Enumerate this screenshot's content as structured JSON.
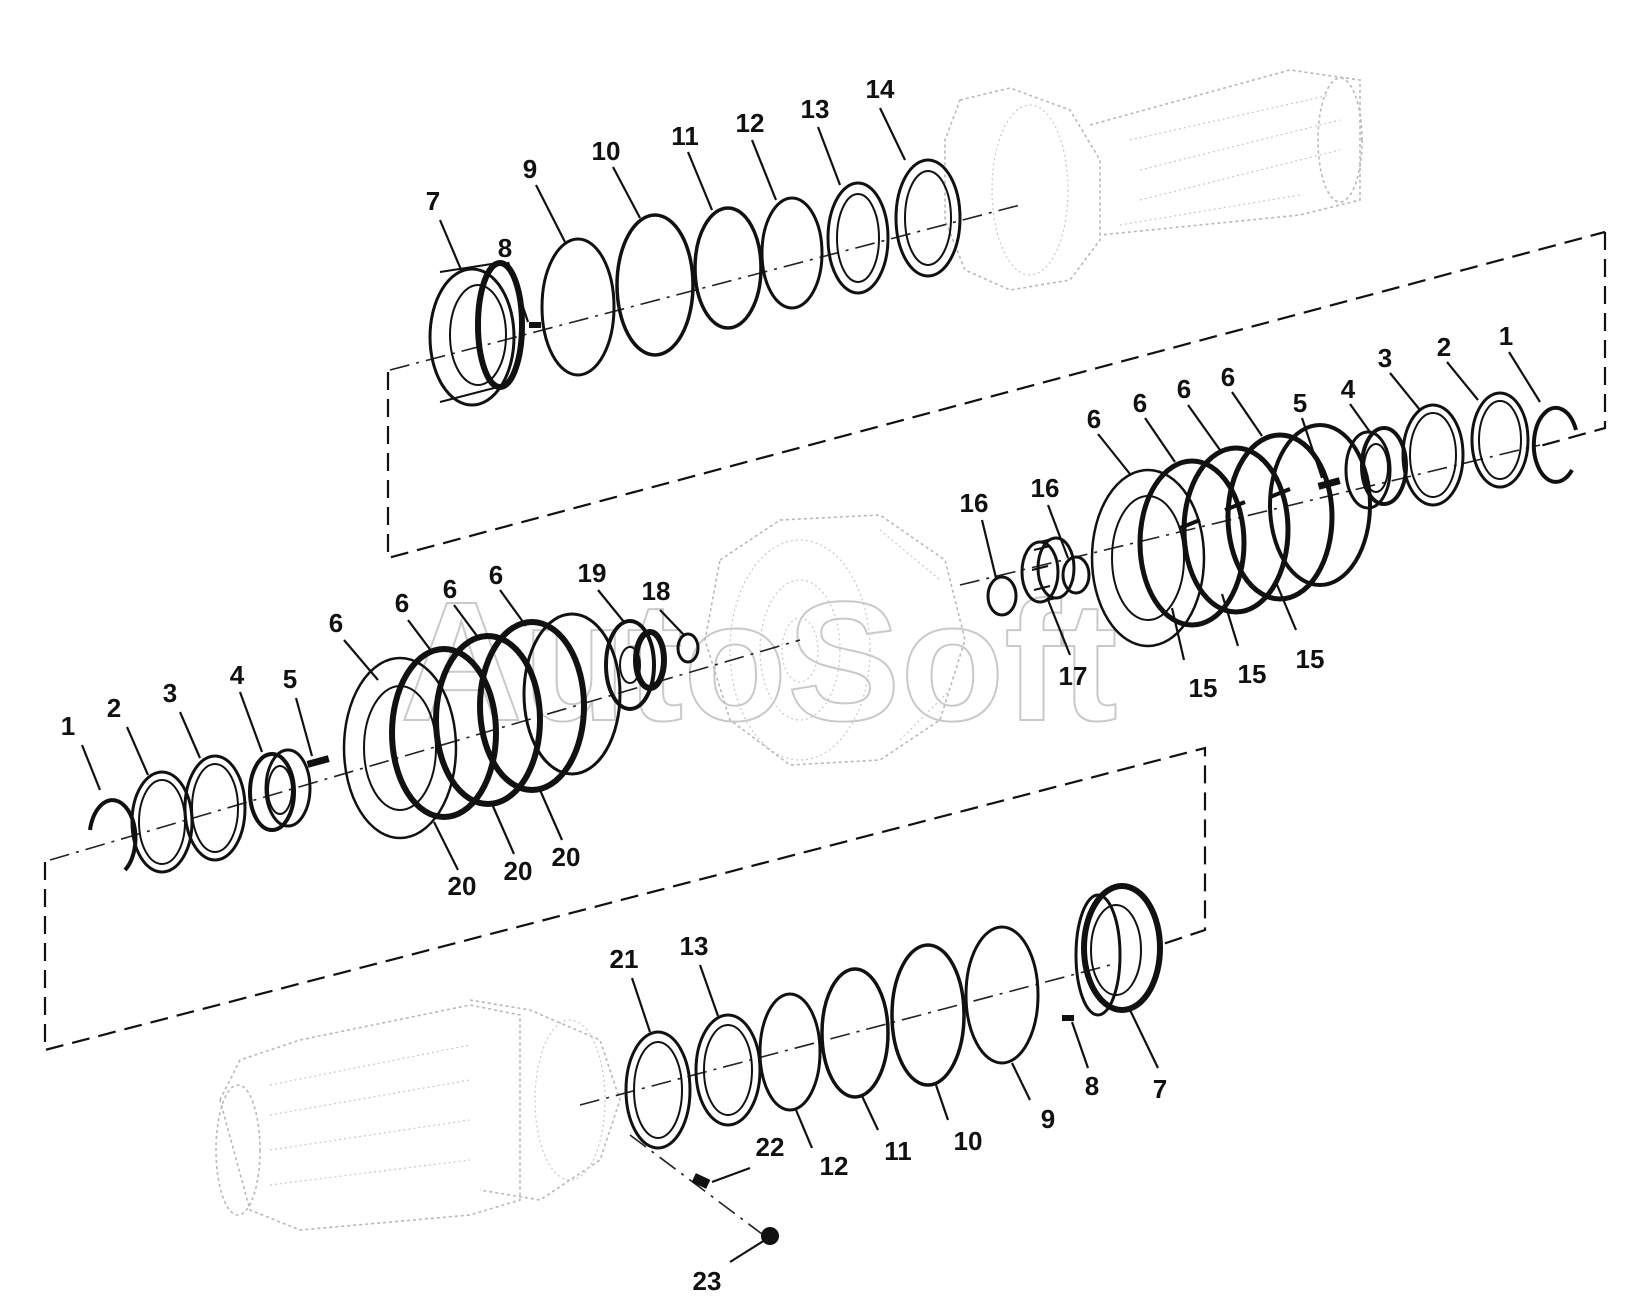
{
  "watermark": "AutoSoft",
  "callouts": {
    "top": [
      "7",
      "8",
      "9",
      "10",
      "11",
      "12",
      "13",
      "14"
    ],
    "right": [
      "1",
      "2",
      "3",
      "4",
      "5",
      "6",
      "6",
      "6",
      "6",
      "6",
      "15",
      "15",
      "15",
      "16",
      "16",
      "17"
    ],
    "left": [
      "1",
      "2",
      "3",
      "4",
      "5",
      "6",
      "6",
      "6",
      "6",
      "19",
      "18",
      "20",
      "20",
      "20"
    ],
    "bottom": [
      "21",
      "13",
      "12",
      "11",
      "10",
      "9",
      "8",
      "7",
      "22",
      "23"
    ]
  }
}
